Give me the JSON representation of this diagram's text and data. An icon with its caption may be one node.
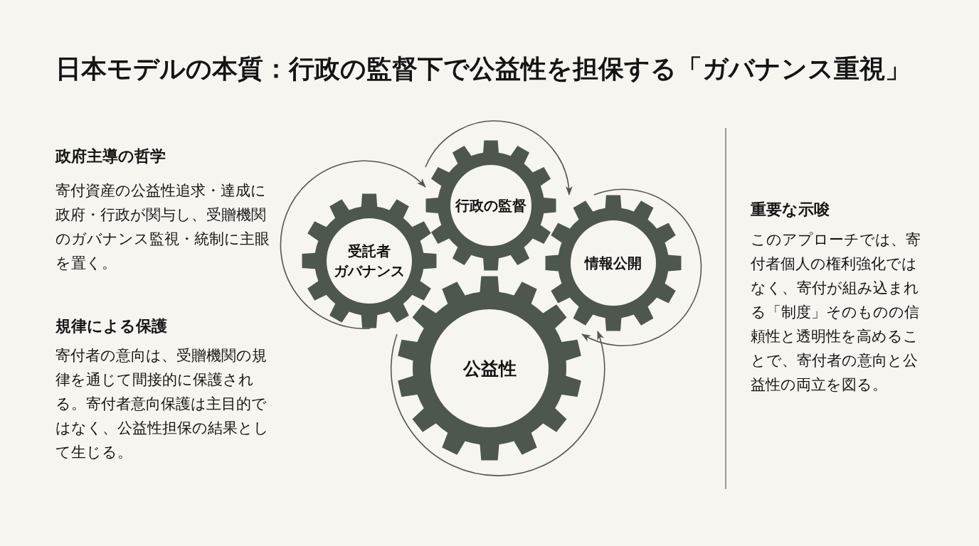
{
  "diagram": {
    "title": "日本モデルの本質：行政の監督下で公益性を担保する「ガバナンス重視」",
    "nodes": [
      {
        "text": [
          "行政の監督"
        ]
      },
      {
        "text": [
          "受託者ガバナンス"
        ]
      },
      {
        "text": [
          "情報公開"
        ]
      },
      {
        "text": [
          "公益性"
        ]
      }
    ],
    "edges": [
      {
        "from": 1,
        "to": 0,
        "arrow": "to"
      },
      {
        "from": 0,
        "to": 2,
        "arrow": "to"
      },
      {
        "from": 2,
        "to": 3,
        "arrow": "to"
      },
      {
        "from": 3,
        "to": 2,
        "arrow": "to"
      }
    ],
    "labels": [
      "政府主導の哲学",
      "寄付資産の公益性追求・達成に政府・行政が関与し、受贈機関のガバナンス監視・統制に主眼を置く。",
      "規律による保護",
      "寄付者の意向は、受贈機関の規律を通じて間接的に保護される。寄付者意向保護は主目的ではなく、公益性担保の結果として生じる。",
      "重要な示唆",
      "このアプローチでは、寄付者個人の権利強化ではなく、寄付が組み込まれる「制度」そのものの信頼性と透明性を高めることで、寄付者の意向と公益性の両立を図る。"
    ]
  }
}
